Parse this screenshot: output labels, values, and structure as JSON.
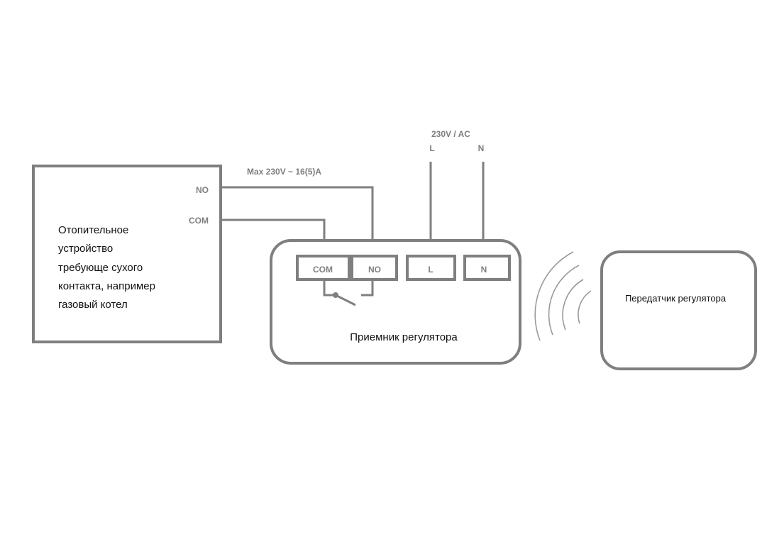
{
  "colors": {
    "line": "#7f7f7f",
    "text_dark": "#111111",
    "wave": "#9a9a9a",
    "background": "#ffffff"
  },
  "heating_device": {
    "description_lines": [
      "Отопительное",
      "устройство",
      "требующе сухого",
      "контакта, например",
      "газовый котел"
    ],
    "terminals": {
      "no": "NO",
      "com": "COM"
    }
  },
  "relay_rating": "Max 230V ~ 16(5)A",
  "power_supply": {
    "label": "230V / AC",
    "line": "L",
    "neutral": "N"
  },
  "receiver": {
    "title": "Приемник регулятора",
    "terminals": [
      "COM",
      "NO",
      "L",
      "N"
    ]
  },
  "transmitter": {
    "title": "Передатчик регулятора"
  },
  "wireless_signal": {
    "icon": "wireless-signal-icon",
    "arcs": 4
  }
}
